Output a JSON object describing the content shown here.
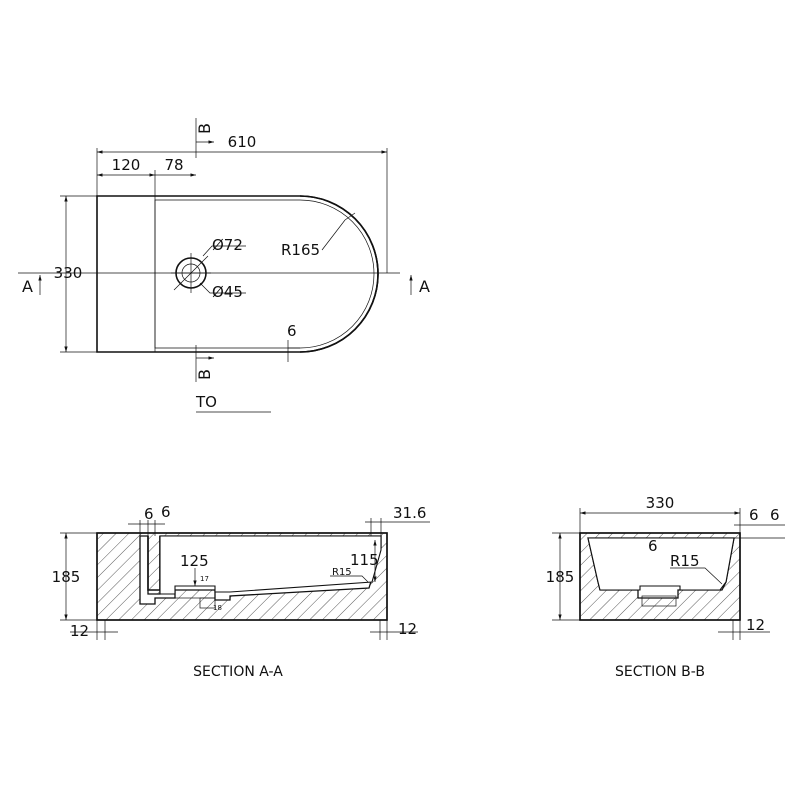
{
  "plan_view": {
    "dim_overall_width": "610",
    "dim_part_a": "120",
    "dim_part_b": "78",
    "dim_depth": "330",
    "dim_radius": "R165",
    "dim_hole_outer": "Ø72",
    "dim_hole_inner": "Ø45",
    "dim_rim": "6",
    "section_a": "A",
    "section_b": "B",
    "to_label": "TO"
  },
  "section_aa": {
    "title": "SECTION  A-A",
    "dim_height": "185",
    "dim_wall_1": "6",
    "dim_wall_2": "6",
    "dim_rim_top": "31.6",
    "dim_drain": "125",
    "dim_inner_height": "115",
    "dim_radius": "R15",
    "dim_small_17": "17",
    "dim_small_18": "18",
    "dim_base_left": "12",
    "dim_base_right": "12"
  },
  "section_bb": {
    "title": "SECTION B-B",
    "dim_width": "330",
    "dim_height": "185",
    "dim_wall_1": "6",
    "dim_wall_2": "6",
    "dim_inner": "6",
    "dim_radius": "R15",
    "dim_base": "12"
  },
  "hole_icon": "crosshair-circle-icon"
}
